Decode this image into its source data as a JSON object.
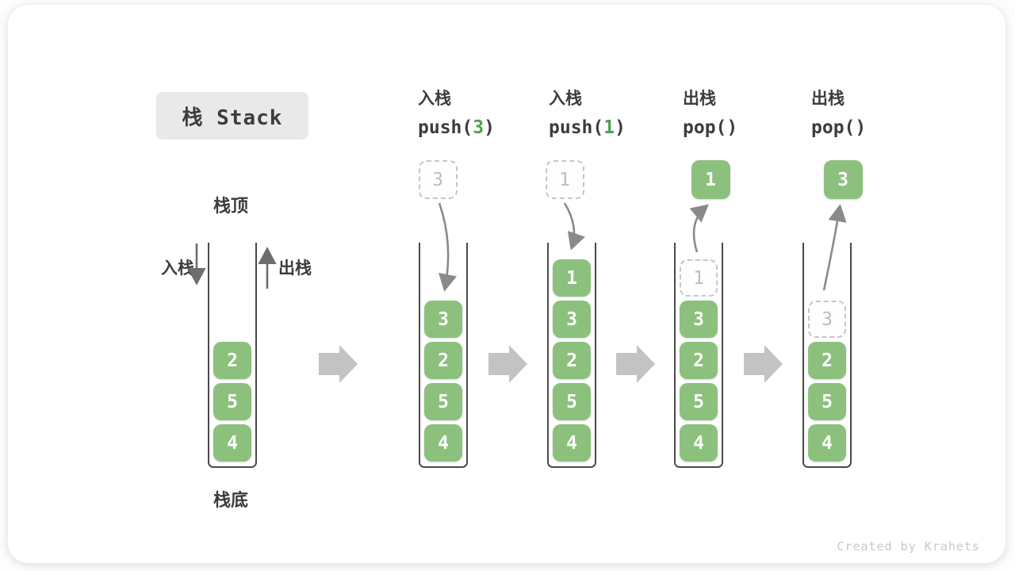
{
  "page": {
    "title_box": "栈 Stack",
    "credit": "Created by Krahets"
  },
  "legend": {
    "stack_top": "栈顶",
    "stack_bottom": "栈底",
    "push_label": "入栈",
    "pop_label": "出栈"
  },
  "colors": {
    "cell_green": "#8CC17D",
    "code_arg_green": "#4BA14F",
    "ghost_border": "#c6c6c6",
    "ghost_text": "#bdbdbd",
    "container_wall": "#4a4a4a",
    "text_dark": "#3c3c3c",
    "flow_block_arrow": "#c3c3c3",
    "curved_arrow": "#8a8a8a",
    "title_bg": "#e9e9e9",
    "credit_gray": "#c9c9c9"
  },
  "stacks": [
    {
      "op": null,
      "float": null,
      "items": [
        {
          "v": "2",
          "ghost": false
        },
        {
          "v": "5",
          "ghost": false
        },
        {
          "v": "4",
          "ghost": false
        }
      ]
    },
    {
      "op": {
        "cn": "入栈",
        "pre": "push(",
        "arg": "3",
        "post": ")"
      },
      "float": {
        "v": "3",
        "ghost": true
      },
      "items": [
        {
          "v": "3",
          "ghost": false
        },
        {
          "v": "2",
          "ghost": false
        },
        {
          "v": "5",
          "ghost": false
        },
        {
          "v": "4",
          "ghost": false
        }
      ]
    },
    {
      "op": {
        "cn": "入栈",
        "pre": "push(",
        "arg": "1",
        "post": ")"
      },
      "float": {
        "v": "1",
        "ghost": true
      },
      "items": [
        {
          "v": "1",
          "ghost": false
        },
        {
          "v": "3",
          "ghost": false
        },
        {
          "v": "2",
          "ghost": false
        },
        {
          "v": "5",
          "ghost": false
        },
        {
          "v": "4",
          "ghost": false
        }
      ]
    },
    {
      "op": {
        "cn": "出栈",
        "pre": "pop(",
        "arg": "",
        "post": ")"
      },
      "float": {
        "v": "1",
        "ghost": false
      },
      "items": [
        {
          "v": "1",
          "ghost": true
        },
        {
          "v": "3",
          "ghost": false
        },
        {
          "v": "2",
          "ghost": false
        },
        {
          "v": "5",
          "ghost": false
        },
        {
          "v": "4",
          "ghost": false
        }
      ]
    },
    {
      "op": {
        "cn": "出栈",
        "pre": "pop(",
        "arg": "",
        "post": ")"
      },
      "float": {
        "v": "3",
        "ghost": false
      },
      "items": [
        {
          "v": "3",
          "ghost": true
        },
        {
          "v": "2",
          "ghost": false
        },
        {
          "v": "5",
          "ghost": false
        },
        {
          "v": "4",
          "ghost": false
        }
      ]
    }
  ]
}
